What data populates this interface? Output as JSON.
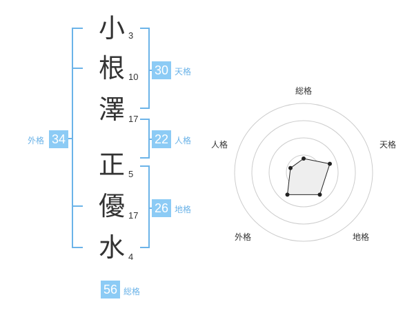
{
  "colors": {
    "accent": "#6bb3e8",
    "score_bg": "#8ccbf5",
    "text": "#333333",
    "grid": "#cccccc",
    "fill": "#eeeeee"
  },
  "characters": [
    {
      "char": "小",
      "strokes": "3"
    },
    {
      "char": "根",
      "strokes": "10"
    },
    {
      "char": "澤",
      "strokes": "17"
    },
    {
      "char": "正",
      "strokes": "5"
    },
    {
      "char": "優",
      "strokes": "17"
    },
    {
      "char": "水",
      "strokes": "4"
    }
  ],
  "scores": {
    "tenkaku": {
      "value": "30",
      "label": "天格"
    },
    "jinkaku": {
      "value": "22",
      "label": "人格"
    },
    "chikaku": {
      "value": "26",
      "label": "地格"
    },
    "gaikaku": {
      "value": "34",
      "label": "外格"
    },
    "soukaku": {
      "value": "56",
      "label": "総格"
    }
  },
  "chart_data": {
    "type": "radar",
    "axes": [
      "総格",
      "天格",
      "地格",
      "外格",
      "人格"
    ],
    "values": [
      1,
      2,
      2,
      2,
      1
    ],
    "max": 5,
    "rings": 4
  }
}
